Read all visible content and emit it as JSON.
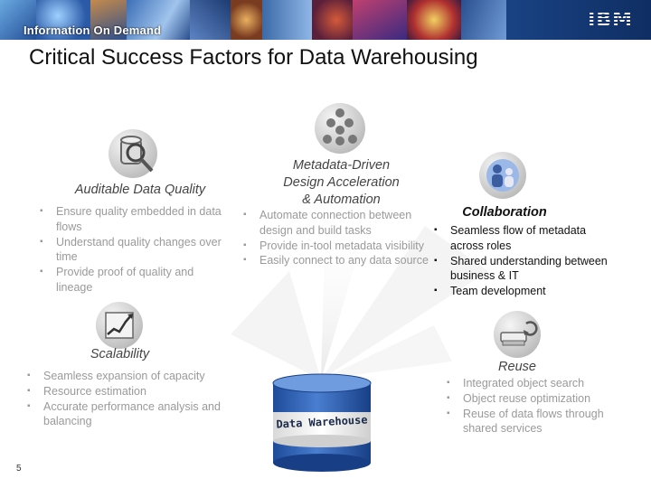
{
  "header": {
    "banner_title": "Information On Demand",
    "logo": "IBM"
  },
  "slide": {
    "title": "Critical Success Factors for Data Warehousing",
    "number": "5"
  },
  "sections": {
    "auditable": {
      "title": "Auditable Data Quality",
      "icon": "magnifier-database-icon",
      "bullets": [
        "Ensure quality embedded in data flows",
        "Understand quality changes over time",
        "Provide proof of quality and lineage"
      ]
    },
    "metadata": {
      "title_lines": [
        "Metadata-Driven",
        "Design Acceleration",
        "& Automation"
      ],
      "icon": "network-nodes-icon",
      "bullets": [
        "Automate connection between design and build tasks",
        "Provide in-tool metadata visibility",
        "Easily connect to any data source"
      ]
    },
    "collaboration": {
      "title": "Collaboration",
      "icon": "people-globe-icon",
      "bullets": [
        "Seamless flow of metadata across roles",
        "Shared understanding between business & IT",
        "Team development"
      ]
    },
    "scalability": {
      "title": "Scalability",
      "icon": "growth-chart-icon",
      "bullets": [
        "Seamless expansion of capacity",
        "Resource estimation",
        "Accurate performance analysis and balancing"
      ]
    },
    "reuse": {
      "title": "Reuse",
      "icon": "recycle-servers-icon",
      "bullets": [
        "Integrated object search",
        "Object reuse optimization",
        "Reuse of data flows through shared services"
      ]
    }
  },
  "center": {
    "label": "Data Warehouse",
    "icon": "database-cylinder-icon"
  },
  "colors": {
    "banner": "#1d4a8f",
    "cylinder": "#2f5fb0",
    "muted_text": "#9a9a9a"
  }
}
